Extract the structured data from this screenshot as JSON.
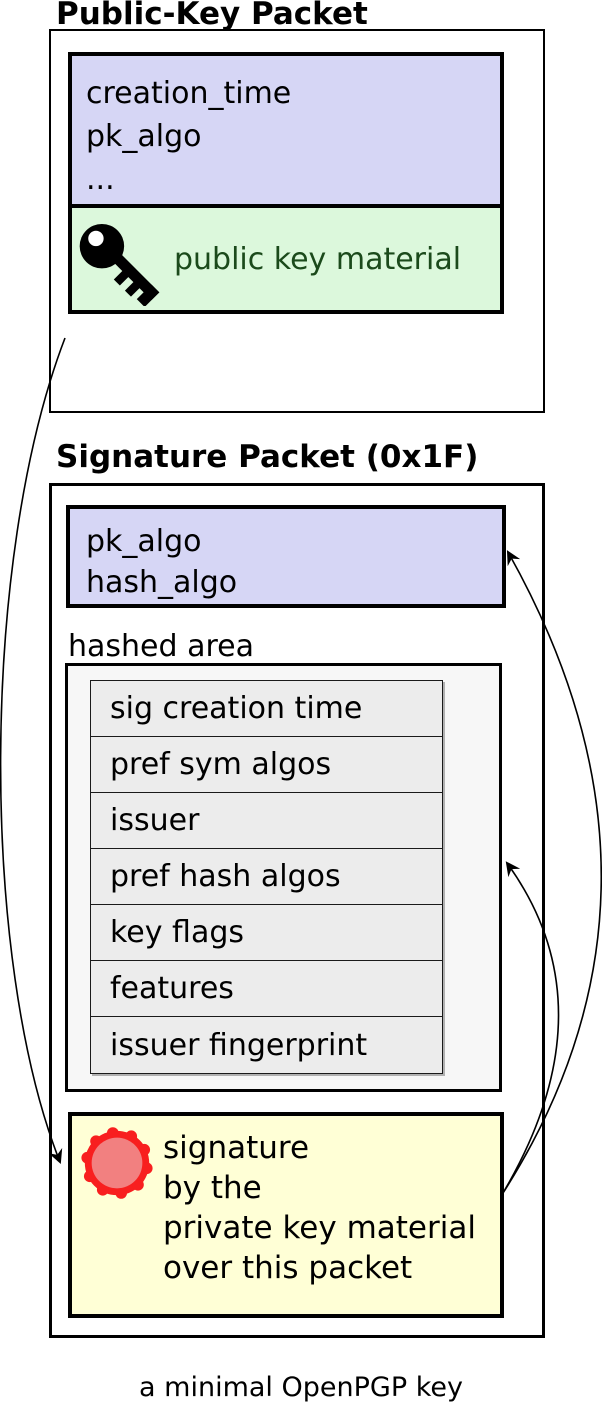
{
  "colors": {
    "lavender": "#d6d6f5",
    "green": "#dcf8dc",
    "green-text": "#1b4a1b",
    "yellow": "#ffffd6",
    "hashed-bg": "#f7f7f7",
    "row-bg": "#ececec",
    "seal-red": "#f81f1f",
    "seal-inner": "#f28080",
    "line": "#000000"
  },
  "public_key_packet": {
    "title": "Public-Key Packet",
    "fields": [
      "creation_time",
      "pk_algo",
      "..."
    ],
    "key_material": "public key material"
  },
  "signature_packet": {
    "title": "Signature Packet (0x1F)",
    "fields": [
      "pk_algo",
      "hash_algo"
    ],
    "hashed_area_label": "hashed area",
    "subpackets": [
      "sig creation time",
      "pref sym algos",
      "issuer",
      "pref hash algos",
      "key flags",
      "features",
      "issuer fingerprint"
    ],
    "signature_text": [
      "signature",
      "by the",
      "private key material",
      "over this packet"
    ]
  },
  "caption": "a minimal OpenPGP key"
}
